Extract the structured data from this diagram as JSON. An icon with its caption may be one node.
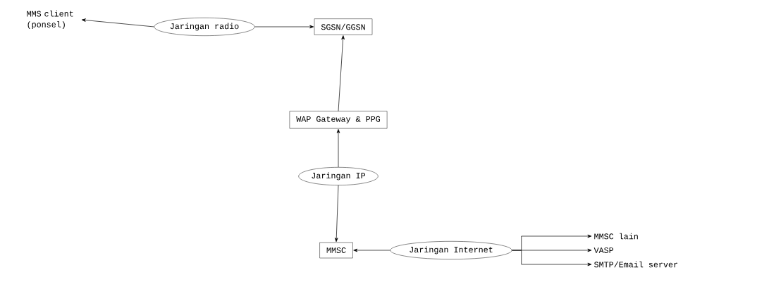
{
  "diagram": {
    "nodes": [
      {
        "text": [
          "MMS client (ponsel)"
        ]
      },
      {
        "text": [
          "Jaringan radio"
        ]
      },
      {
        "text": [
          "SGSN/GGSN"
        ]
      },
      {
        "text": [
          "WAP Gateway & PPG"
        ]
      },
      {
        "text": [
          "Jaringan IP"
        ]
      },
      {
        "text": [
          "MMSC"
        ]
      },
      {
        "text": [
          "Jaringan Internet"
        ]
      },
      {
        "text": [
          "MMSC lain"
        ]
      },
      {
        "text": [
          "VASP"
        ]
      },
      {
        "text": [
          "SMTP/Email server"
        ]
      }
    ],
    "edges": [
      {
        "from": 1,
        "to": 0,
        "arrow": "to"
      },
      {
        "from": 1,
        "to": 2,
        "arrow": "to"
      },
      {
        "from": 3,
        "to": 2,
        "arrow": "to"
      },
      {
        "from": 4,
        "to": 3,
        "arrow": "to"
      },
      {
        "from": 4,
        "to": 5,
        "arrow": "to"
      },
      {
        "from": 6,
        "to": 5,
        "arrow": "to"
      },
      {
        "from": 6,
        "to": 7,
        "arrow": "to"
      },
      {
        "from": 6,
        "to": 8,
        "arrow": "to"
      },
      {
        "from": 6,
        "to": 9,
        "arrow": "to"
      }
    ]
  }
}
